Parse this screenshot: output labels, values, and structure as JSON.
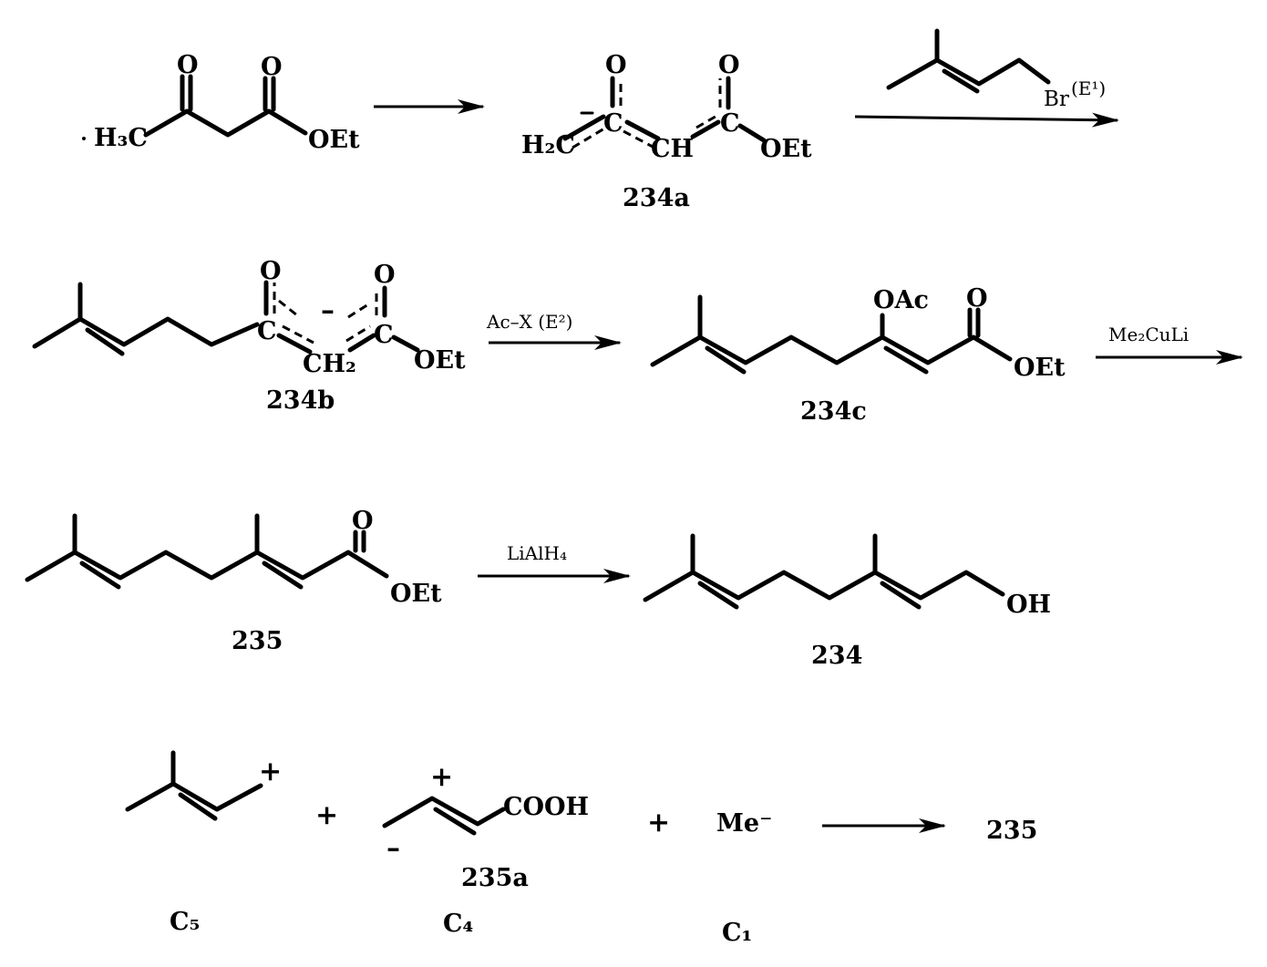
{
  "compounds": {
    "c234a": "234a",
    "c234b": "234b",
    "c234c": "234c",
    "c235": "235",
    "c234": "234",
    "c235a": "235a",
    "product235": "235"
  },
  "atoms": {
    "H3C": "H₃C",
    "H2C": "H₂C",
    "CH": "CH",
    "CH2": "CH₂",
    "C": "C",
    "O": "O",
    "OEt": "OEt",
    "OAc": "OAc",
    "OH": "OH",
    "COOH": "COOH",
    "Br": "Br",
    "Me_minus": "Me⁻"
  },
  "reagents": {
    "E1": "(E¹)",
    "acx": "Ac–X  (E²)",
    "cuprate": "Me₂CuLi",
    "lialh4": "LiAlH₄"
  },
  "signs": {
    "plus": "+",
    "minus": "–"
  },
  "fragments": {
    "C5": "C₅",
    "C4": "C₄",
    "C1": "C₁"
  }
}
